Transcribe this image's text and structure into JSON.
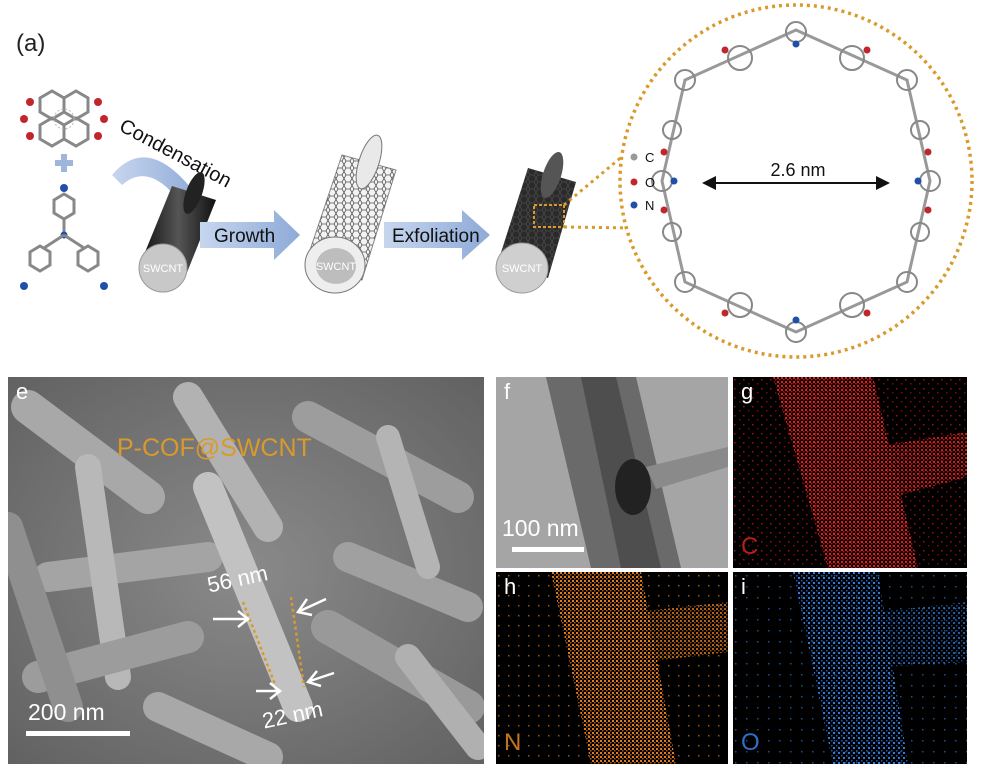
{
  "scheme": {
    "panel_label": "(a)",
    "step_condensation": "Condensation",
    "step_growth": "Growth",
    "step_exfoliation": "Exfoliation",
    "tube_label": "SWCNT",
    "pore_size": "2.6 nm",
    "legend": [
      {
        "symbol": "C",
        "color": "#9a9a9a"
      },
      {
        "symbol": "O",
        "color": "#c0272d"
      },
      {
        "symbol": "N",
        "color": "#1f4fa8"
      }
    ],
    "accent_color": "#d99a2b",
    "arrow_color": "#9db6dc"
  },
  "sem": {
    "panel_label": "e",
    "material": "P-COF@SWCNT",
    "dim_1": "56 nm",
    "dim_2": "22 nm",
    "scale": "200 nm"
  },
  "eds": {
    "f": {
      "panel_label": "f",
      "scale": "100 nm"
    },
    "g": {
      "panel_label": "g",
      "element": "C",
      "color": "#e01e1e"
    },
    "h": {
      "panel_label": "h",
      "element": "N",
      "color": "#e07a1a"
    },
    "i": {
      "panel_label": "i",
      "element": "O",
      "color": "#2d7bdc"
    }
  }
}
